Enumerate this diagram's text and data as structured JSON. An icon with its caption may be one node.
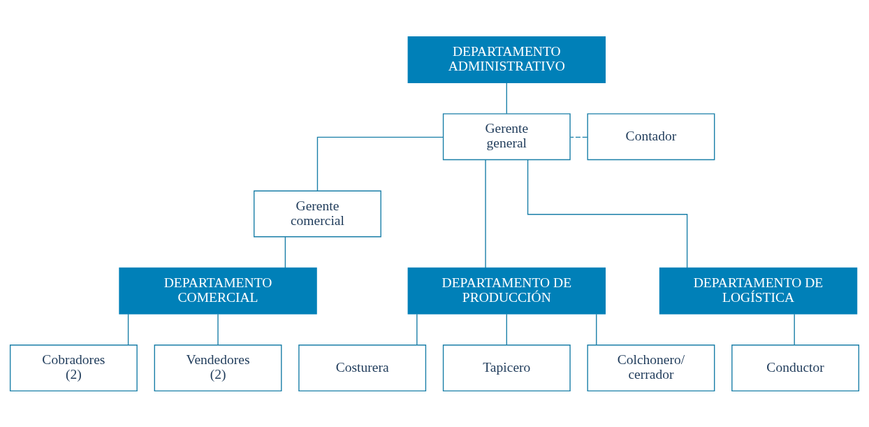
{
  "diagram": {
    "nodes": [
      {
        "text": [
          "DEPARTAMENTO ADMINISTRATIVO"
        ]
      },
      {
        "text": [
          "Gerente general"
        ]
      },
      {
        "text": [
          "Contador"
        ]
      },
      {
        "text": [
          "Gerente comercial"
        ]
      },
      {
        "text": [
          "DEPARTAMENTO DE PRODUCCIÓN"
        ]
      },
      {
        "text": [
          "DEPARTAMENTO DE LOGÍSTICA"
        ]
      },
      {
        "text": [
          "DEPARTAMENTO COMERCIAL"
        ]
      },
      {
        "text": [
          "Costurera"
        ]
      },
      {
        "text": [
          "Tapicero"
        ]
      },
      {
        "text": [
          "Colchonero/ cerrador"
        ]
      },
      {
        "text": [
          "Conductor"
        ]
      },
      {
        "text": [
          "Cobradores (2)"
        ]
      },
      {
        "text": [
          "Vendedores (2)"
        ]
      }
    ],
    "edges": [
      {
        "from": 0,
        "to": 1,
        "arrow": "none"
      },
      {
        "from": 2,
        "to": 1,
        "arrow": "none",
        "style": "dashed"
      },
      {
        "from": 1,
        "to": 4,
        "arrow": "none"
      },
      {
        "from": 1,
        "to": 5,
        "arrow": "none"
      },
      {
        "from": 1,
        "to": 3,
        "arrow": "none"
      },
      {
        "from": 3,
        "to": 6,
        "arrow": "none"
      },
      {
        "from": 4,
        "to": 7,
        "arrow": "none"
      },
      {
        "from": 4,
        "to": 8,
        "arrow": "none"
      },
      {
        "from": 4,
        "to": 9,
        "arrow": "none"
      },
      {
        "from": 5,
        "to": 10,
        "arrow": "none"
      },
      {
        "from": 6,
        "to": 11,
        "arrow": "none"
      },
      {
        "from": 6,
        "to": 12,
        "arrow": "none"
      }
    ]
  }
}
